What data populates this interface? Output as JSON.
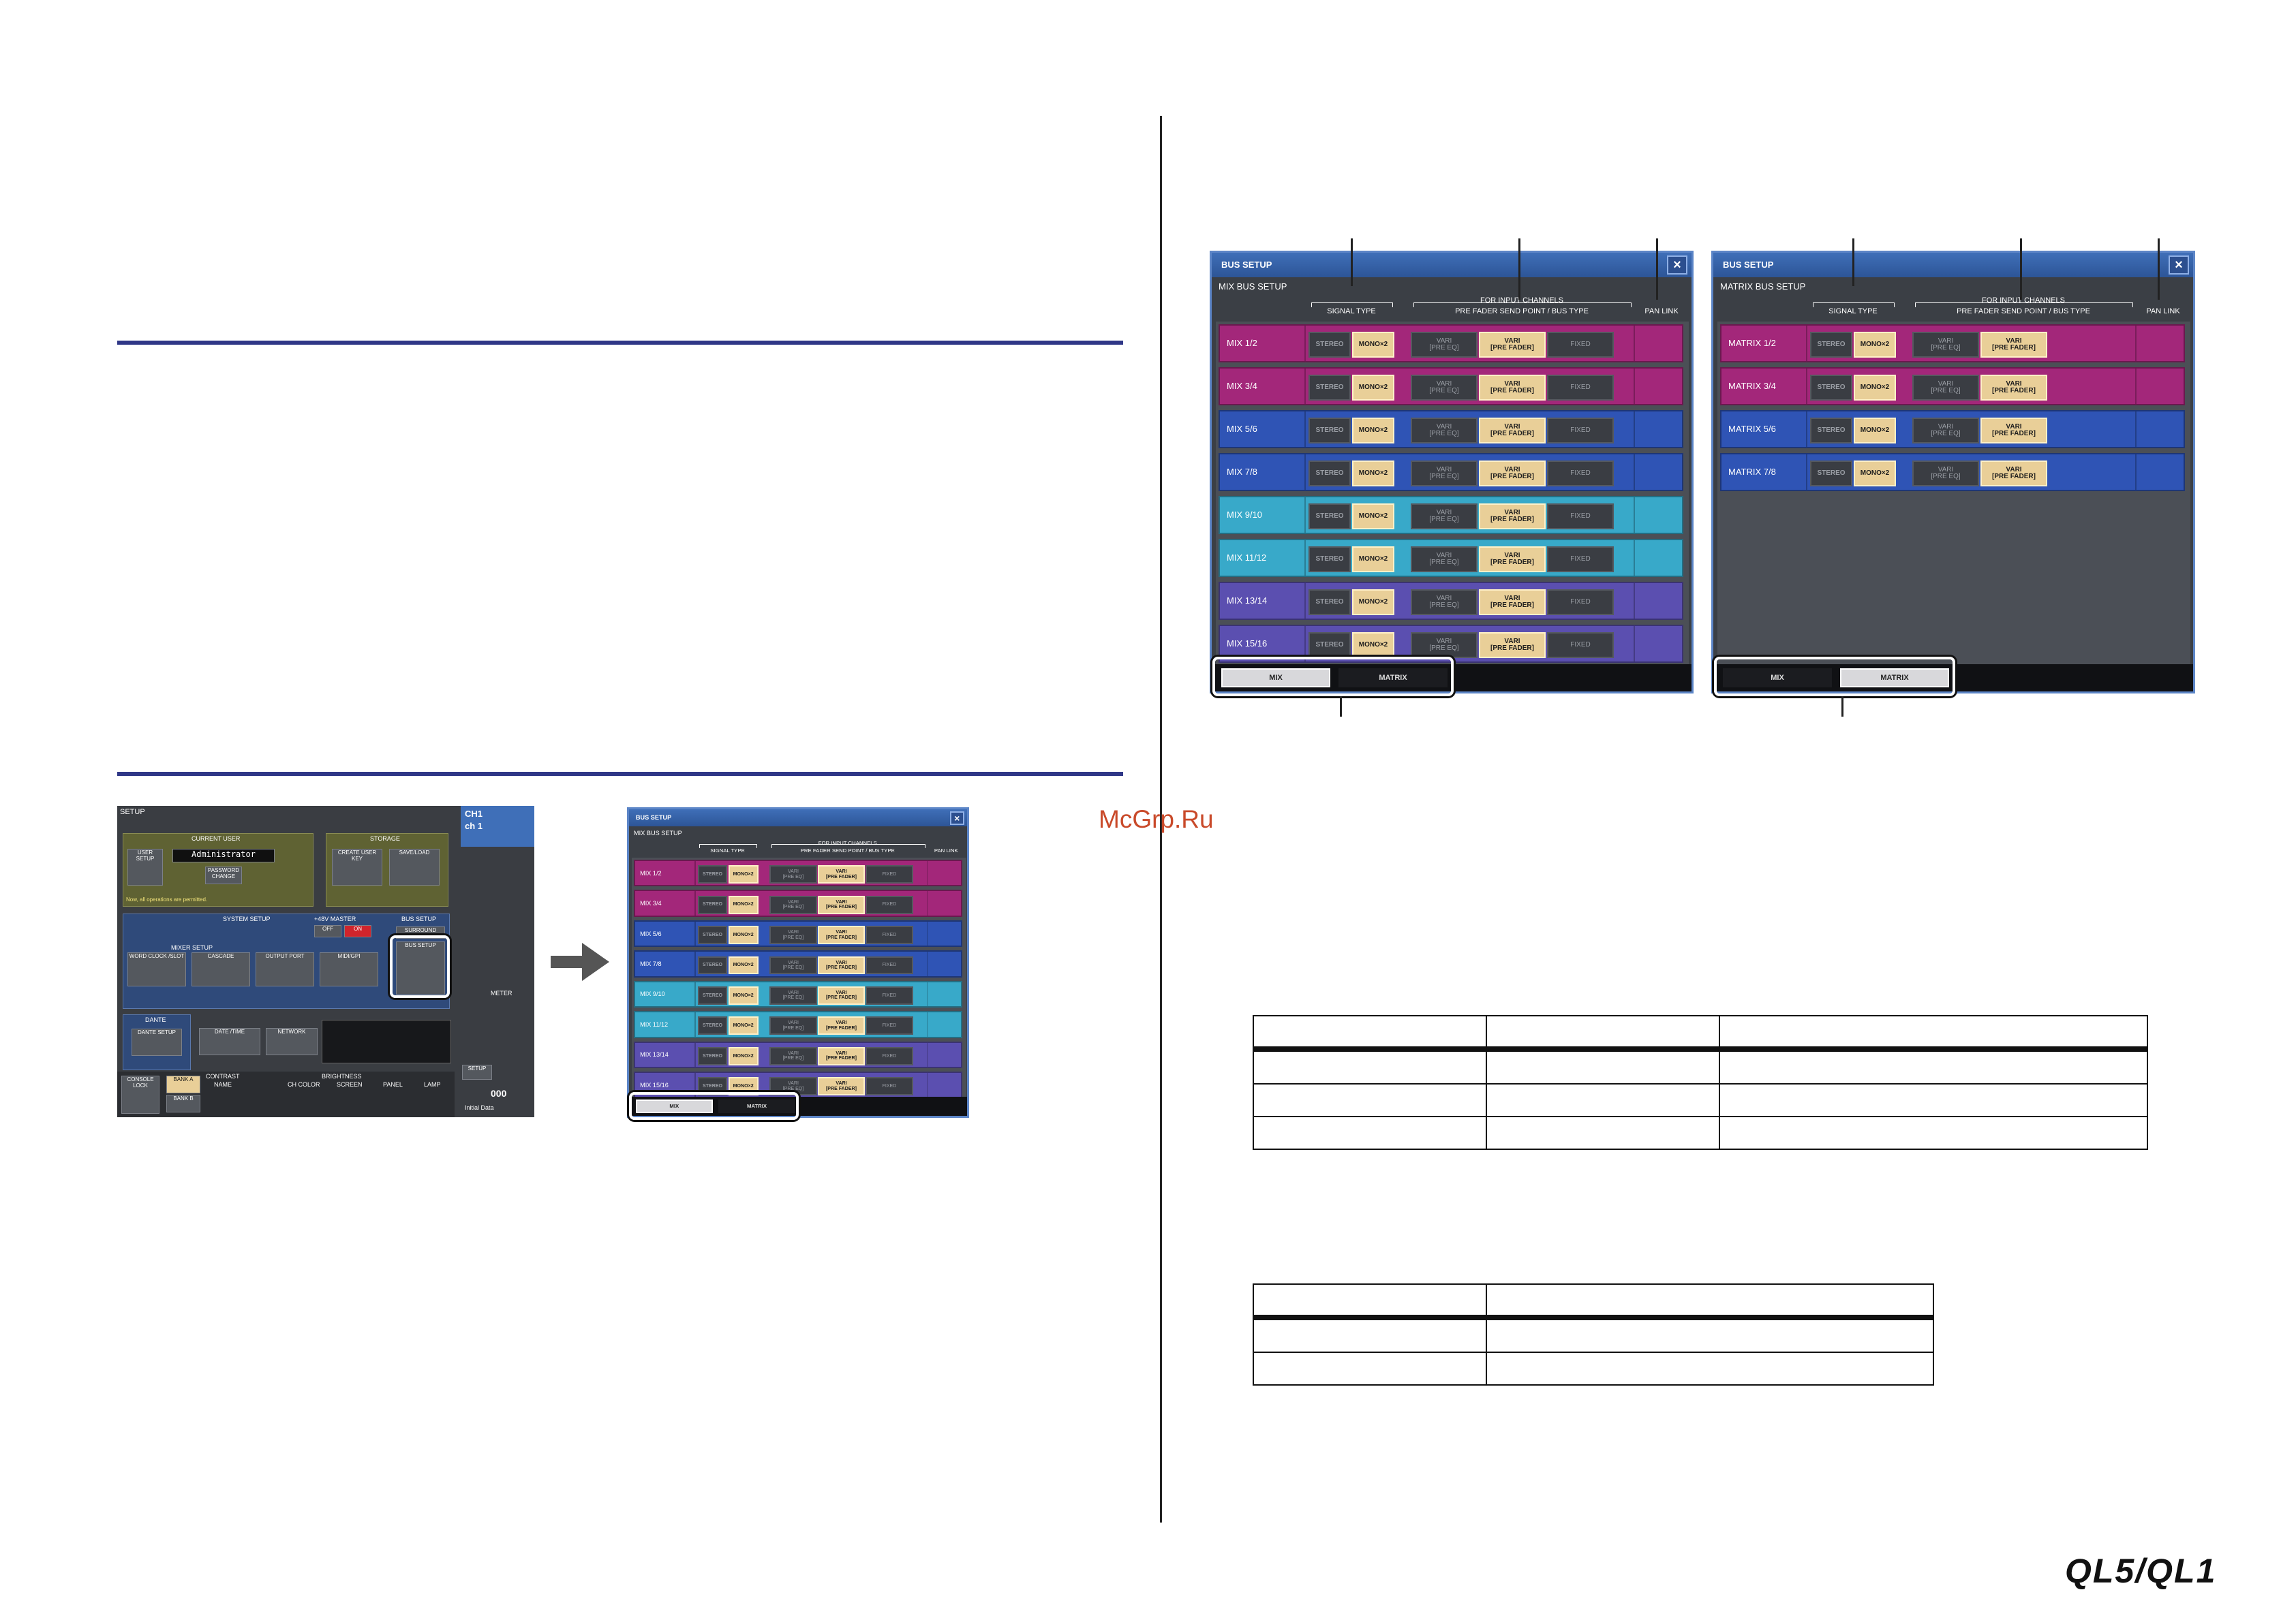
{
  "mix_panel": {
    "title": "BUS SETUP",
    "close_label": "×",
    "subtitle": "MIX BUS SETUP",
    "headers": {
      "signal_type": "SIGNAL TYPE",
      "for_input": "FOR INPUT CHANNELS",
      "pre_fader": "PRE FADER SEND POINT / BUS TYPE",
      "pan_link": "PAN LINK"
    },
    "rows": [
      {
        "label": "MIX 1/2",
        "color": "#a3277a"
      },
      {
        "label": "MIX 3/4",
        "color": "#a3277a"
      },
      {
        "label": "MIX 5/6",
        "color": "#2f54b5"
      },
      {
        "label": "MIX 7/8",
        "color": "#2f54b5"
      },
      {
        "label": "MIX 9/10",
        "color": "#38a9c9"
      },
      {
        "label": "MIX 11/12",
        "color": "#38a9c9"
      },
      {
        "label": "MIX 13/14",
        "color": "#5b4fb0"
      },
      {
        "label": "MIX 15/16",
        "color": "#5b4fb0"
      }
    ],
    "btn_stereo": "STEREO",
    "btn_mono": "MONO×2",
    "btn_vari_pre_eq": [
      "VARI",
      "[PRE EQ]"
    ],
    "btn_vari_pre_fader": [
      "VARI",
      "[PRE FADER]"
    ],
    "btn_fixed": "FIXED",
    "tab_mix": "MIX",
    "tab_matrix": "MATRIX"
  },
  "matrix_panel": {
    "title": "BUS SETUP",
    "close_label": "×",
    "subtitle": "MATRIX BUS SETUP",
    "headers": {
      "signal_type": "SIGNAL TYPE",
      "for_input": "FOR INPUT CHANNELS",
      "pre_fader": "PRE FADER SEND POINT / BUS TYPE",
      "pan_link": "PAN LINK"
    },
    "rows": [
      {
        "label": "MATRIX 1/2",
        "color": "#a3277a"
      },
      {
        "label": "MATRIX 3/4",
        "color": "#a3277a"
      },
      {
        "label": "MATRIX 5/6",
        "color": "#2f54b5"
      },
      {
        "label": "MATRIX 7/8",
        "color": "#2f54b5"
      }
    ],
    "btn_stereo": "STEREO",
    "btn_mono": "MONO×2",
    "btn_vari_pre_eq": [
      "VARI",
      "[PRE EQ]"
    ],
    "btn_vari_pre_fader": [
      "VARI",
      "[PRE FADER]"
    ],
    "tab_mix": "MIX",
    "tab_matrix": "MATRIX"
  },
  "setup_screen": {
    "title": "SETUP",
    "current_user": "CURRENT USER",
    "user_name": "Administrator",
    "user_setup": "USER SETUP",
    "password_change": "PASSWORD CHANGE",
    "status_text": "Now, all operations are permitted.",
    "storage": "STORAGE",
    "create_user_key": "CREATE USER KEY",
    "save_load": "SAVE/LOAD",
    "system_setup": "SYSTEM SETUP",
    "plus48v_master": "+48V MASTER",
    "off": "OFF",
    "on": "ON",
    "bus_setup_label": "BUS SETUP",
    "surround_mode": "SURROUND MODE",
    "bus_setup_btn": "BUS SETUP",
    "mixer_setup": "MIXER SETUP",
    "word_clock": "WORD CLOCK /SLOT",
    "cascade": "CASCADE",
    "output_port": "OUTPUT PORT",
    "midi_gpi": "MIDI/GPI",
    "dante": "DANTE",
    "dante_setup": "DANTE SETUP",
    "date_time": "DATE /TIME",
    "network": "NETWORK",
    "console_lock": "CONSOLE LOCK",
    "bank_a": "BANK A",
    "bank_b": "BANK B",
    "contrast": "CONTRAST",
    "brightness": "BRIGHTNESS",
    "name": "NAME",
    "ch_color": "CH COLOR",
    "screen": "SCREEN",
    "panel": "PANEL",
    "lamp": "LAMP",
    "ch_label": "CH1",
    "ch_name": "ch 1",
    "meter": "METER",
    "setup_btn": "SETUP",
    "scene_num": "000",
    "scene_name": "Initial Data"
  },
  "watermark": "McGrp.Ru",
  "logo": "QL5/QL1"
}
